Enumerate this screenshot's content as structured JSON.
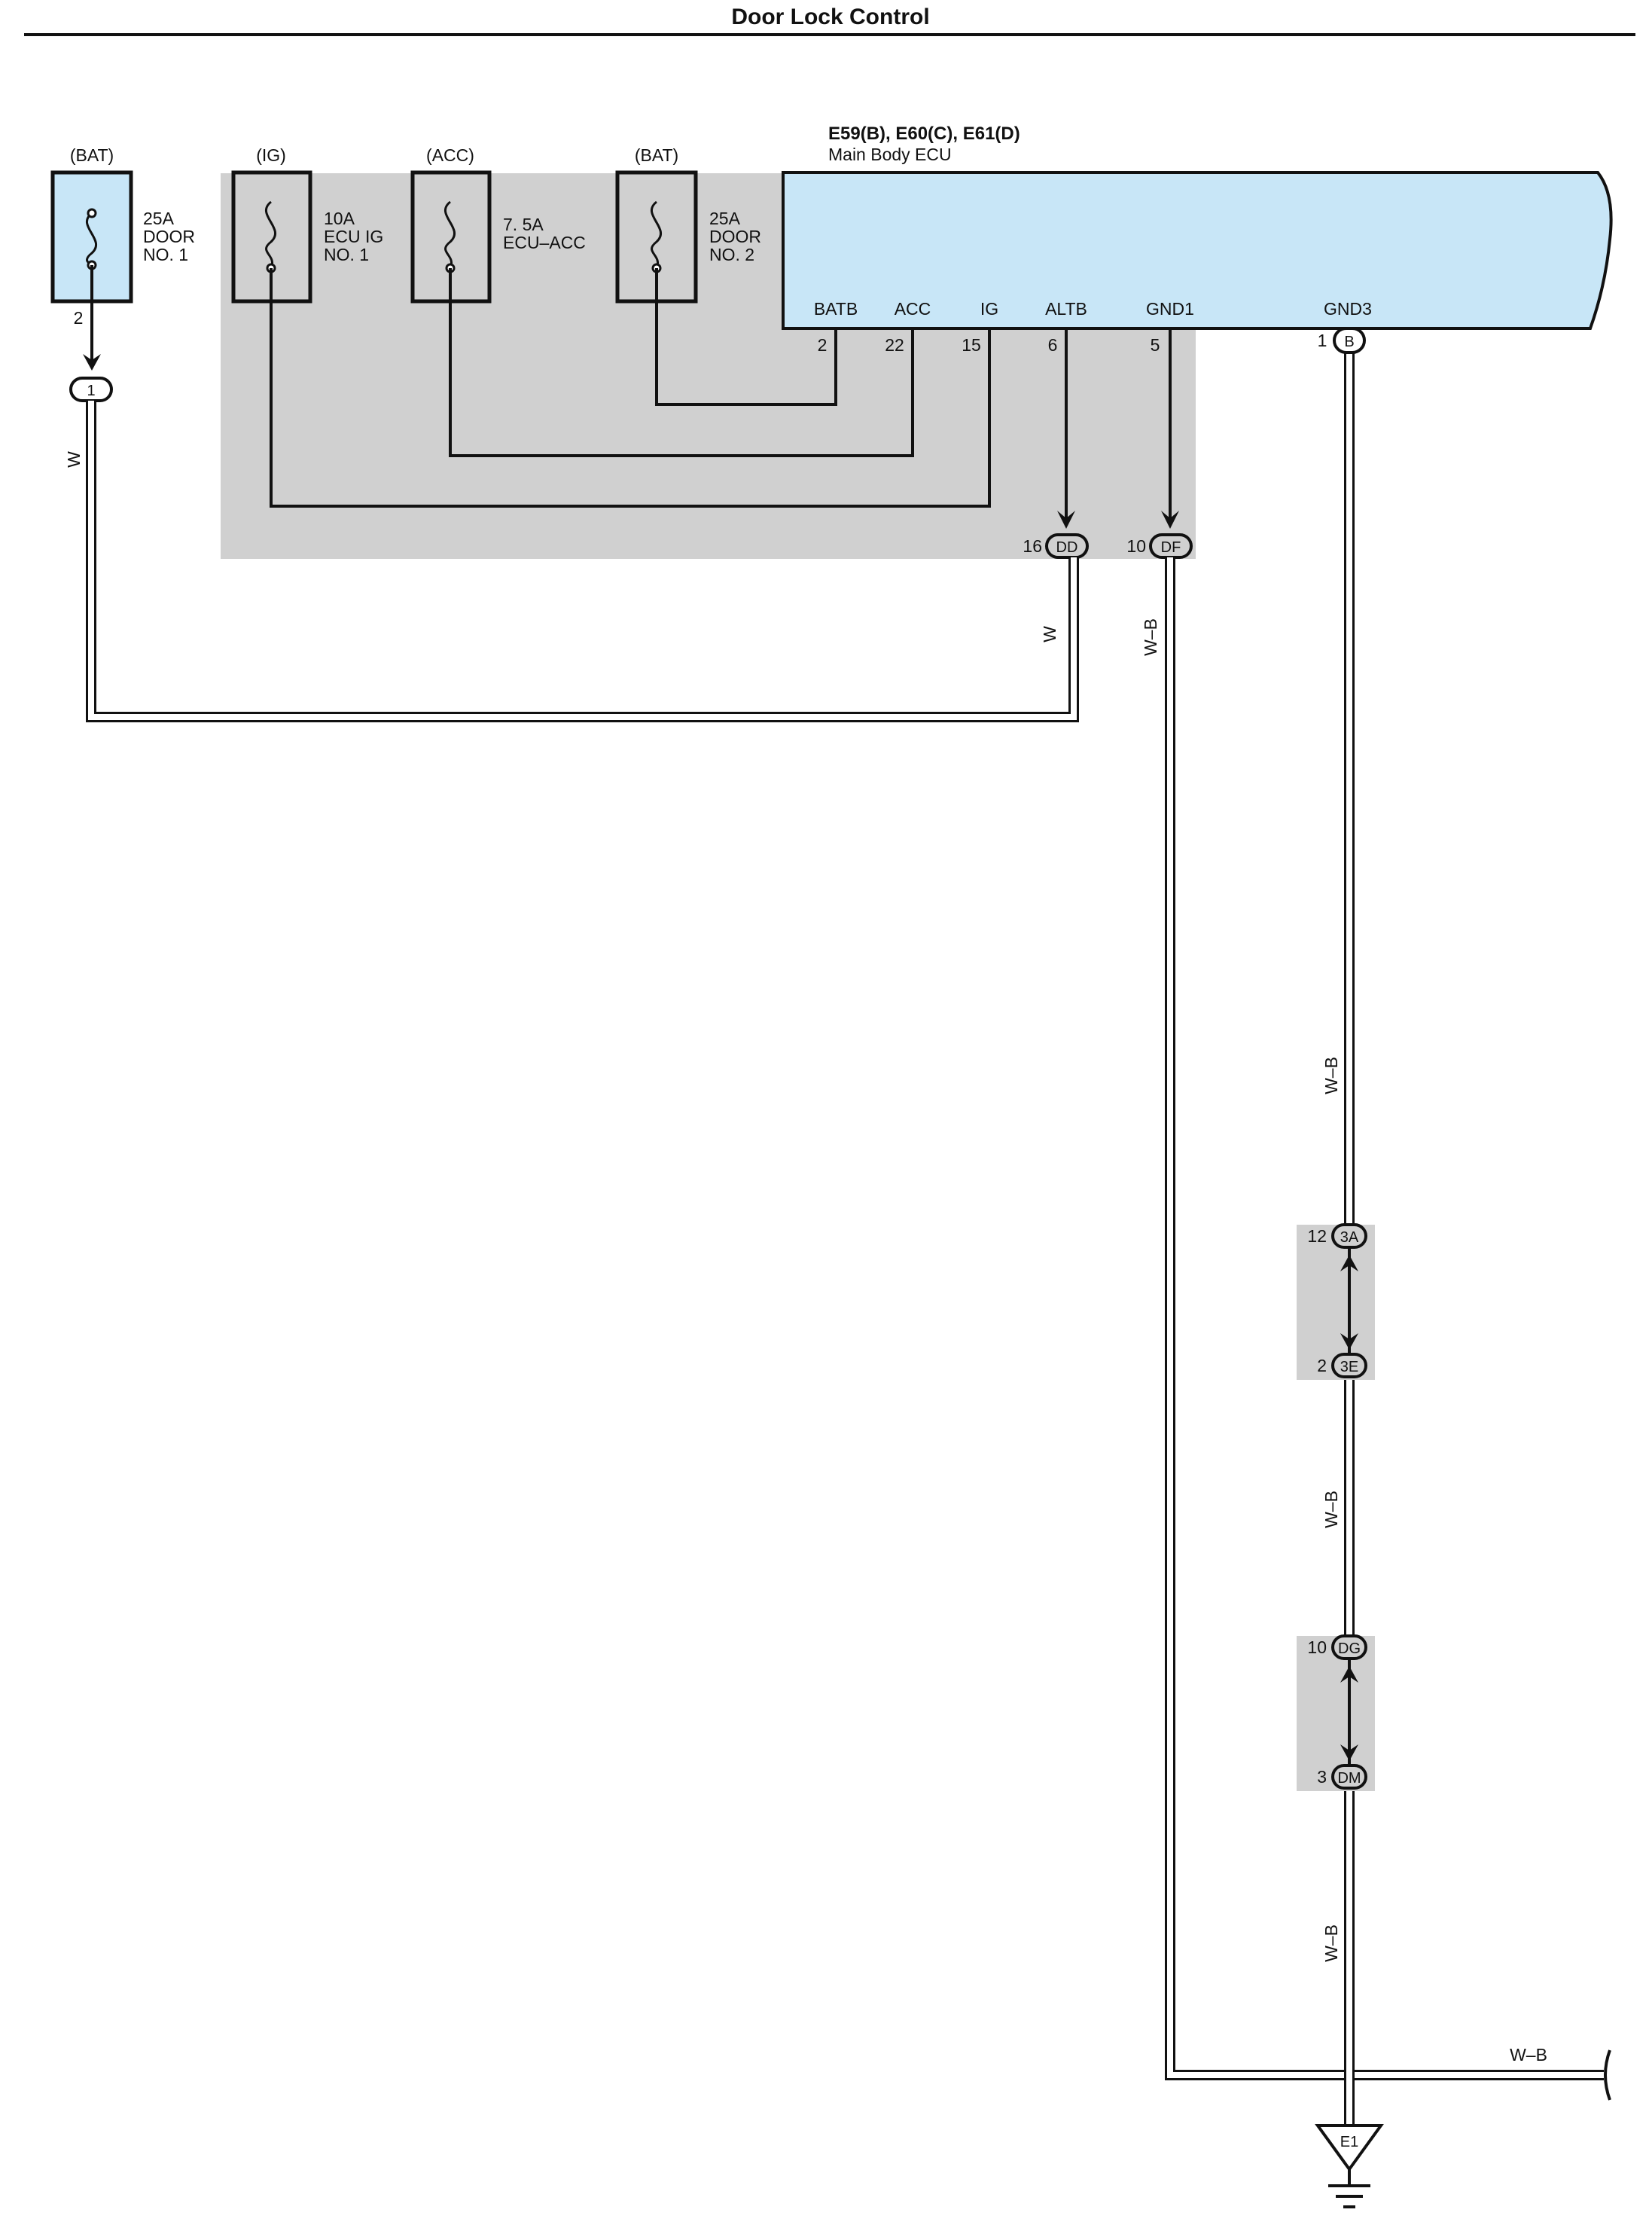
{
  "title": "Door Lock Control",
  "colors": {
    "ecu_fill": "#c8e6f7",
    "shade": "#d0d0d0",
    "fuse1_fill": "#c8e6f7",
    "wire_outline": "#111111",
    "wire_fill": "#ffffff"
  },
  "fuses": [
    {
      "source": "(BAT)",
      "rating": "25A",
      "name_line1": "DOOR",
      "name_line2": "NO. 1",
      "pin": "2",
      "connector": "1"
    },
    {
      "source": "(IG)",
      "rating": "10A",
      "name_line1": "ECU IG",
      "name_line2": "NO. 1"
    },
    {
      "source": "(ACC)",
      "rating": "7. 5A",
      "name_line1": "ECU–ACC",
      "name_line2": ""
    },
    {
      "source": "(BAT)",
      "rating": "25A",
      "name_line1": "DOOR",
      "name_line2": "NO. 2"
    }
  ],
  "ecu": {
    "connectors": "E59(B), E60(C), E61(D)",
    "name": "Main Body ECU",
    "terminals": [
      {
        "name": "BATB",
        "pin": "2"
      },
      {
        "name": "ACC",
        "pin": "22"
      },
      {
        "name": "IG",
        "pin": "15"
      },
      {
        "name": "ALTB",
        "pin": "6"
      },
      {
        "name": "GND1",
        "pin": "5"
      },
      {
        "name": "GND3",
        "pin": "1",
        "connector": "B"
      }
    ]
  },
  "junctions": [
    {
      "pin": "16",
      "code": "DD"
    },
    {
      "pin": "10",
      "code": "DF"
    },
    {
      "pin": "12",
      "code": "3A"
    },
    {
      "pin": "2",
      "code": "3E"
    },
    {
      "pin": "10",
      "code": "DG"
    },
    {
      "pin": "3",
      "code": "DM"
    }
  ],
  "wires": {
    "fuse1_to_dd": "W",
    "dd_down": "W",
    "df_down": "W–B",
    "gnd3_upper": "W–B",
    "gnd3_middle": "W–B",
    "gnd3_lower": "W–B",
    "bus_right": "W–B"
  },
  "ground": {
    "label": "E1"
  }
}
